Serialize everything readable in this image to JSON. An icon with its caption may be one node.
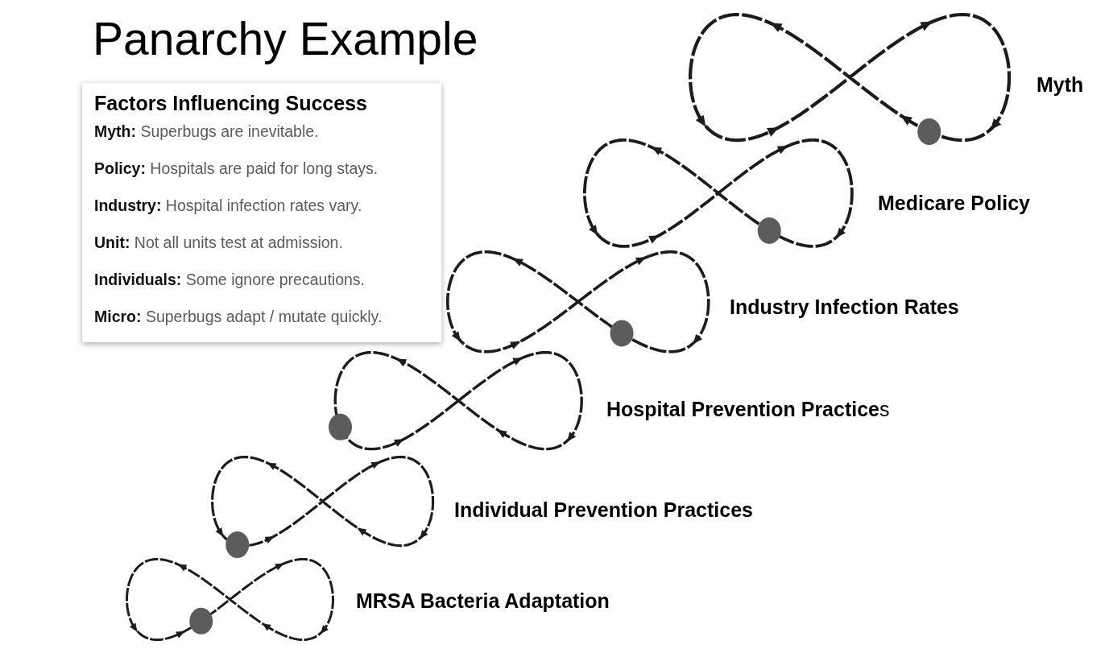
{
  "diagram": {
    "title": "Panarchy Example",
    "nodes": [
      {
        "text": [
          "Factors Influencing Success",
          "**Myth:** Superbugs are inevitable.",
          "**Policy:** Hospitals are paid for long stays.",
          "**Industry:** Hospital infection rates vary.",
          "**Unit:** Not all units test at admission.",
          "**Individuals:** Some ignore precautions.",
          "**Micro:** Superbugs adapt / mutate quickly."
        ]
      },
      {
        "text": [],
        "shape": "loop",
        "beside": [
          "Myth"
        ]
      },
      {
        "text": [],
        "shape": "loop",
        "beside": [
          "Medicare Policy"
        ]
      },
      {
        "text": [],
        "shape": "loop",
        "beside": [
          "Industry Infection Rates"
        ]
      },
      {
        "text": [],
        "shape": "loop",
        "beside": [
          "**Hospital Prevention Practice**s"
        ]
      },
      {
        "text": [],
        "shape": "loop",
        "beside": [
          "Individual Prevention Practices"
        ]
      },
      {
        "text": [],
        "shape": "loop",
        "beside": [
          "MRSA Bacteria Adaptation"
        ]
      }
    ]
  }
}
